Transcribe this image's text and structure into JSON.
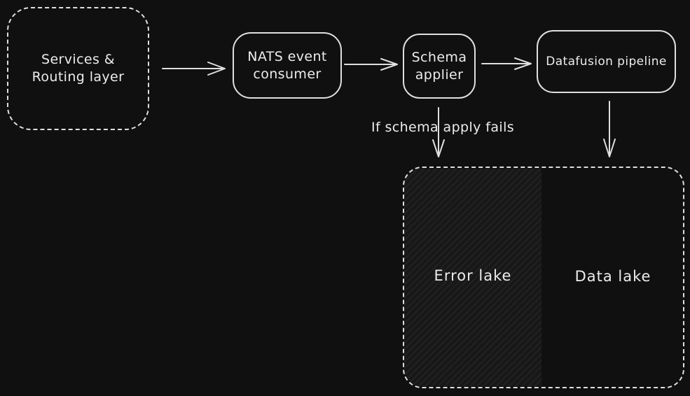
{
  "canvas": {
    "background": "#101010",
    "stroke_color": "#dfdfdf",
    "text_color": "#ececec"
  },
  "nodes": {
    "services_routing": {
      "label": "Services & Routing layer"
    },
    "nats_consumer": {
      "label": "NATS event consumer"
    },
    "schema_applier": {
      "label": "Schema applier"
    },
    "datafusion_pipeline": {
      "label": "Datafusion pipeline"
    },
    "error_lake": {
      "label": "Error lake"
    },
    "data_lake": {
      "label": "Data lake"
    }
  },
  "annotations": {
    "schema_fail_note": {
      "label": "If schema apply fails"
    }
  },
  "edges": [
    {
      "from": "services_routing",
      "to": "nats_consumer"
    },
    {
      "from": "nats_consumer",
      "to": "schema_applier"
    },
    {
      "from": "schema_applier",
      "to": "datafusion_pipeline"
    },
    {
      "from": "schema_applier",
      "to": "error_lake",
      "label": "If schema apply fails"
    },
    {
      "from": "datafusion_pipeline",
      "to": "data_lake"
    }
  ]
}
